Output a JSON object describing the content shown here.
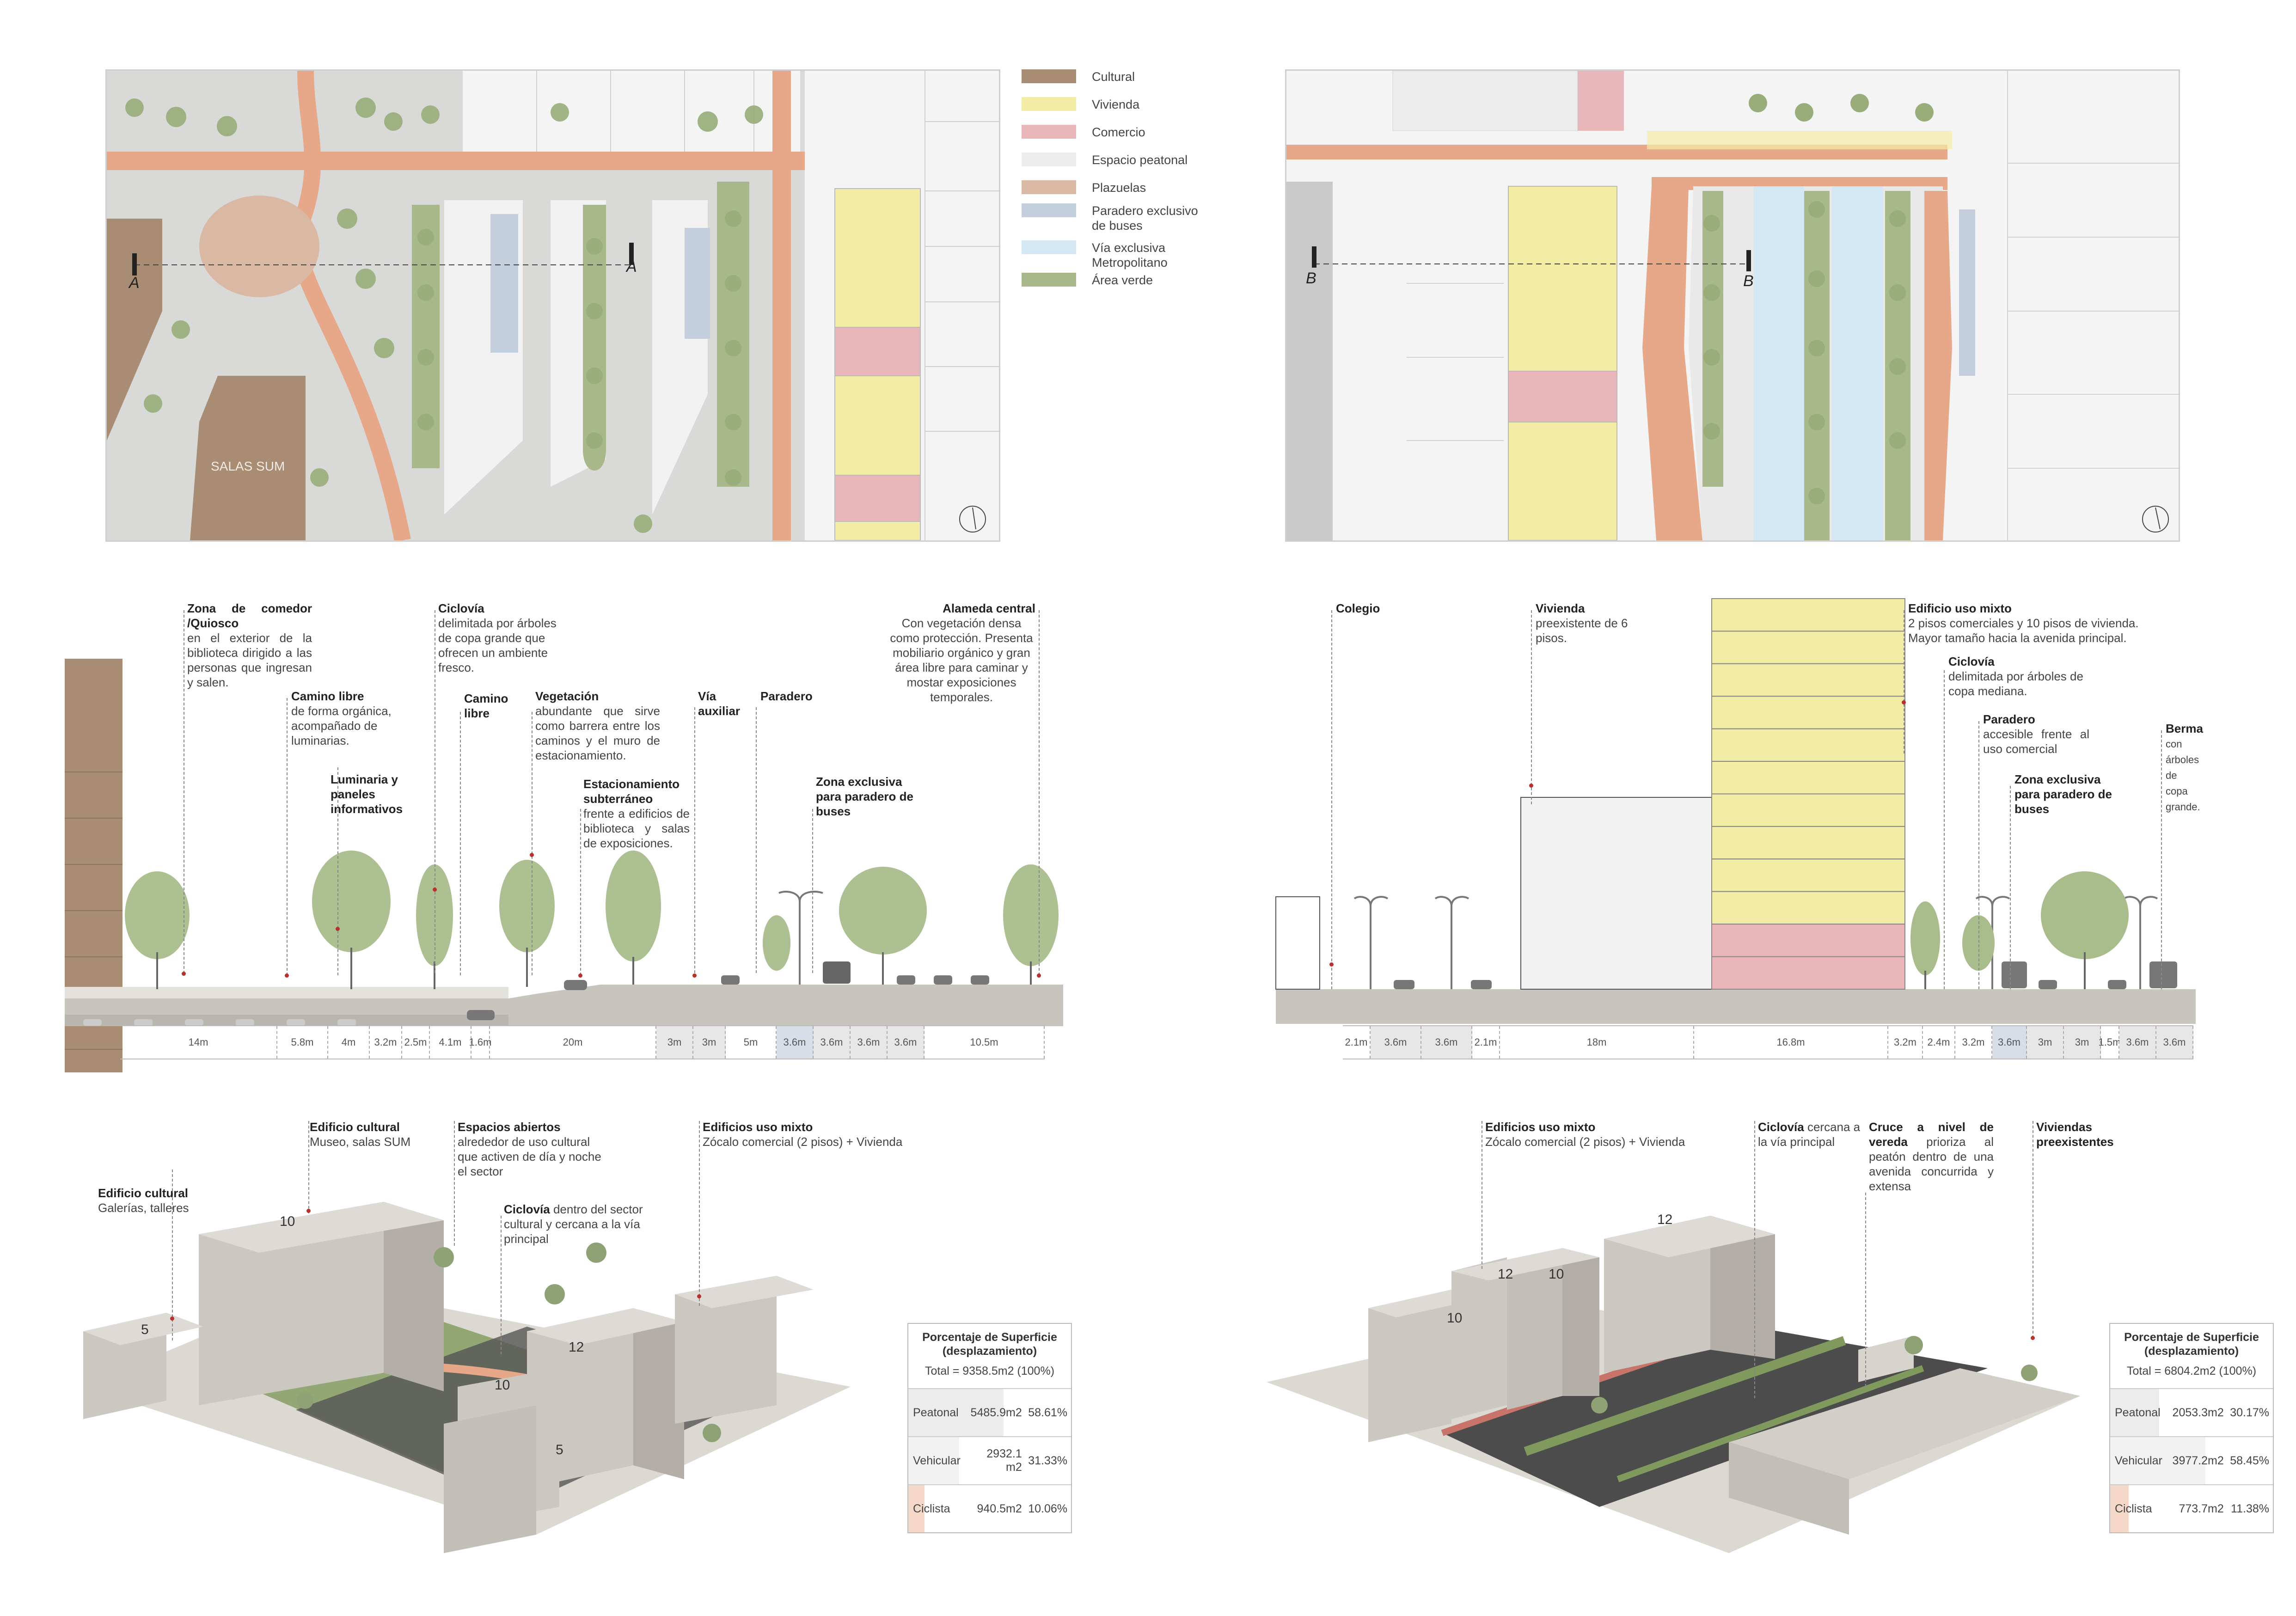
{
  "colors": {
    "cultural": "#a98c74",
    "vivienda": "#f3eca5",
    "comercio": "#e9b7b9",
    "espacio_peatonal": "#ececec",
    "plazuelas": "#d9b8a4",
    "paradero": "#c3cfdd",
    "via_metropolitano": "#d3e8f3",
    "area_verde": "#a8b88a",
    "ciclovia": "#e7a88a",
    "ciclista_bar": "#f6d8c8",
    "leader_dot": "#b7322e"
  },
  "legend": [
    {
      "key": "cultural",
      "label": "Cultural"
    },
    {
      "key": "vivienda",
      "label": "Vivienda"
    },
    {
      "key": "comercio",
      "label": "Comercio"
    },
    {
      "key": "espacio_peatonal",
      "label": "Espacio peatonal"
    },
    {
      "key": "plazuelas",
      "label": "Plazuelas"
    },
    {
      "key": "paradero",
      "label": "Paradero exclusivo de buses"
    },
    {
      "key": "via_metropolitano",
      "label": "Vía exclusiva Metropolitano"
    },
    {
      "key": "area_verde",
      "label": "Área verde"
    }
  ],
  "plan_a": {
    "cut_label_left": "A",
    "cut_label_right": "A",
    "salas_label": "SALAS SUM",
    "north_icon": "north-arrow-icon"
  },
  "plan_b": {
    "cut_label_left": "B",
    "cut_label_right": "B",
    "north_icon": "north-arrow-icon"
  },
  "section_a": {
    "notes": [
      {
        "title": "Zona de comedor /Quiosco",
        "text": "en el exterior de la biblioteca dirigido a las personas que ingresan y salen."
      },
      {
        "title": "Camino libre",
        "text": "de forma orgánica, acompañado de luminarias."
      },
      {
        "title": "Luminaria y paneles informativos",
        "text": ""
      },
      {
        "title": "Ciclovía",
        "text": "delimitada por árboles de copa grande que ofrecen un ambiente fresco."
      },
      {
        "title": "Camino libre",
        "text": ""
      },
      {
        "title": "Vegetación",
        "text": "abundante que sirve como barrera entre los caminos y el muro de estacionamiento."
      },
      {
        "title": "Estacionamiento subterráneo",
        "text": "frente a edificios de biblioteca y salas de exposiciones."
      },
      {
        "title": "Vía auxiliar",
        "text": ""
      },
      {
        "title": "Paradero",
        "text": ""
      },
      {
        "title": "Zona exclusiva para paradero de buses",
        "text": ""
      },
      {
        "title": "Alameda central",
        "text": "Con vegetación densa como protección. Presenta mobiliario orgánico y gran área libre para caminar y mostar exposiciones temporales."
      }
    ],
    "dims": [
      "14m",
      "5.8m",
      "4m",
      "3.2m",
      "2.5m",
      "4.1m",
      "1.6m",
      "20m",
      "3m",
      "3m",
      "5m",
      "3.6m",
      "3.6m",
      "3.6m",
      "3.6m",
      "10.5m"
    ]
  },
  "section_b": {
    "notes": [
      {
        "title": "Colegio",
        "text": ""
      },
      {
        "title": "Vivienda",
        "text": "preexistente de 6 pisos."
      },
      {
        "title": "Edificio uso mixto",
        "text": "2 pisos comerciales y 10 pisos de vivienda. Mayor tamaño hacia la avenida principal."
      },
      {
        "title": "Ciclovía",
        "text": "delimitada por árboles de copa mediana."
      },
      {
        "title": "Paradero",
        "text": "accesible frente al uso comercial"
      },
      {
        "title": "Zona exclusiva para paradero de buses",
        "text": ""
      },
      {
        "title": "Berma",
        "text": "con árboles de copa grande."
      }
    ],
    "dims": [
      "2.1m",
      "3.6m",
      "3.6m",
      "2.1m",
      "18m",
      "16.8m",
      "3.2m",
      "2.4m",
      "3.2m",
      "3.6m",
      "3m",
      "3m",
      "1.5m",
      "3.6m",
      "3.6m"
    ]
  },
  "axo_a": {
    "notes": [
      {
        "title": "Edificio cultural",
        "text": "Galerías, talleres"
      },
      {
        "title": "Edificio cultural",
        "text": "Museo, salas SUM"
      },
      {
        "title": "Espacios abiertos",
        "text": "alrededor de uso cultural que activen de día y noche el sector"
      },
      {
        "title": "Ciclovía",
        "text": "dentro del sector cultural y cercana a la vía principal"
      },
      {
        "title": "Edificios uso mixto",
        "text": "Zócalo comercial (2 pisos) + Vivienda"
      }
    ],
    "floors": [
      "10",
      "5",
      "12",
      "10",
      "5"
    ]
  },
  "axo_b": {
    "notes": [
      {
        "title": "Edificios uso mixto",
        "text": "Zócalo comercial (2 pisos) + Vivienda"
      },
      {
        "title": "Ciclovía",
        "text": "cercana a la vía principal"
      },
      {
        "title": "Cruce a nivel de vereda",
        "text": "prioriza al peatón dentro de una avenida concurrida y extensa"
      },
      {
        "title": "Viviendas preexistentes",
        "text": ""
      }
    ],
    "floors": [
      "12",
      "10",
      "10",
      "12"
    ]
  },
  "stats_a": {
    "title": "Porcentaje de Superficie (desplazamiento)",
    "total": "Total = 9358.5m2 (100%)",
    "rows": [
      {
        "label": "Peatonal",
        "value": "5485.9m2",
        "pct": "58.61%",
        "frac": 0.5861
      },
      {
        "label": "Vehicular",
        "value": "2932.1 m2",
        "pct": "31.33%",
        "frac": 0.3133
      },
      {
        "label": "Ciclista",
        "value": "940.5m2",
        "pct": "10.06%",
        "frac": 0.1006
      }
    ]
  },
  "stats_b": {
    "title": "Porcentaje de Superficie (desplazamiento)",
    "total": "Total = 6804.2m2 (100%)",
    "rows": [
      {
        "label": "Peatonal",
        "value": "2053.3m2",
        "pct": "30.17%",
        "frac": 0.3017
      },
      {
        "label": "Vehicular",
        "value": "3977.2m2",
        "pct": "58.45%",
        "frac": 0.5845
      },
      {
        "label": "Ciclista",
        "value": "773.7m2",
        "pct": "11.38%",
        "frac": 0.1138
      }
    ]
  }
}
